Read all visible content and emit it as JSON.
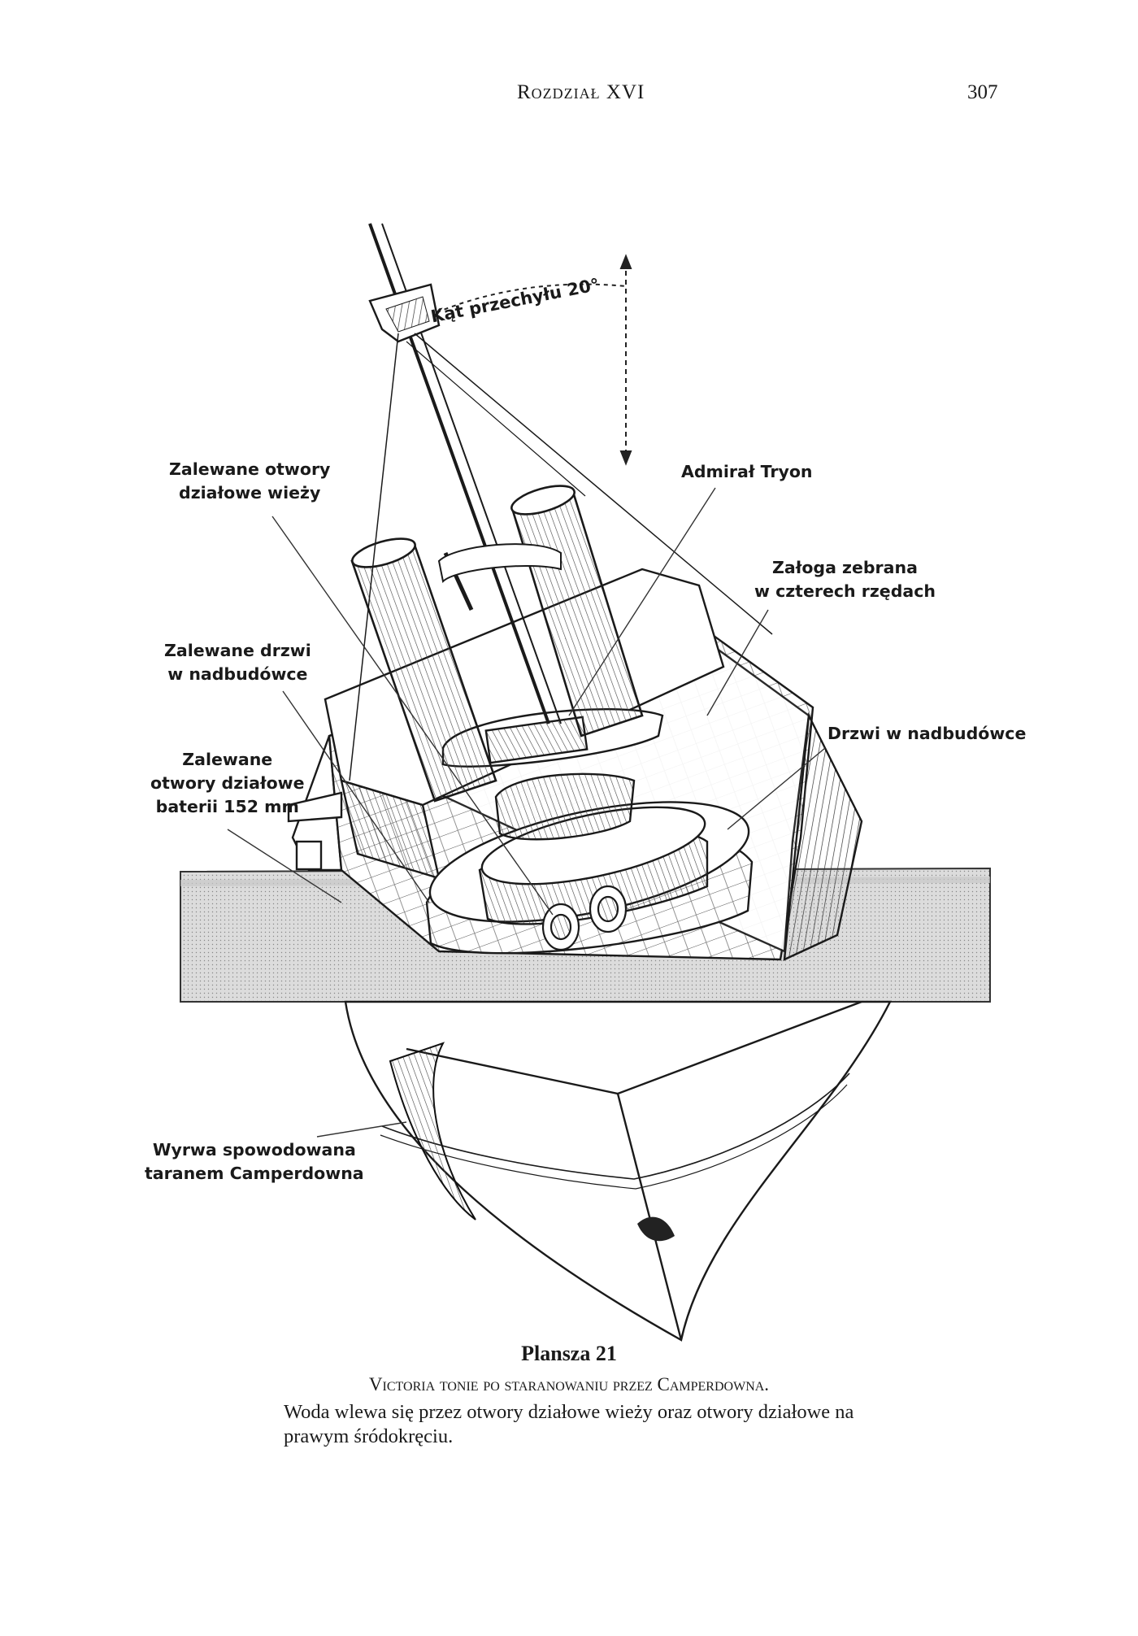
{
  "page": {
    "running_head": "Rozdział XVI",
    "page_number": "307"
  },
  "figure": {
    "angle_label": "Kąt przechyłu 20°",
    "callouts": {
      "turret_gunports": "Zalewane otwory\ndziałowe wieży",
      "admiral": "Admirał Tryon",
      "crew": "Załoga zebrana\nw czterech rzędach",
      "superstructure_doors_flooded": "Zalewane drzwi\nw nadbudówce",
      "superstructure_doors": "Drzwi w nadbudówce",
      "battery_gunports": "Zalewane\notwory działowe\nbaterii 152 mm",
      "ram_breach": "Wyrwa spowodowana\ntaranem Camperdowna"
    }
  },
  "caption": {
    "title": "Plansza 21",
    "subtitle": "Victoria tonie po staranowaniu przez Camperdowna.",
    "description": "Woda wlewa się przez otwory działowe wieży oraz otwory działowe na prawym śródokręciu."
  },
  "colors": {
    "ink": "#1a1a1a",
    "water": "#d9d9d9",
    "paper": "#ffffff"
  }
}
